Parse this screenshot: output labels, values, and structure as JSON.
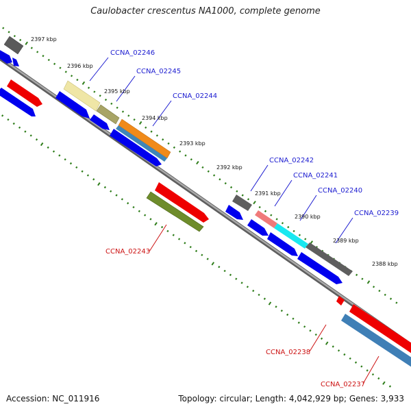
{
  "title": "Caulobacter crescentus NA1000, complete genome",
  "footer": {
    "accession": "Accession: NC_011916",
    "summary": "Topology: circular; Length: 4,042,929 bp; Genes: 3,933"
  },
  "colors": {
    "backbone": "#8a8a8a",
    "tick": "#2e7d1a",
    "cds_plus": "#0000ee",
    "cds_minus": "#ee0000",
    "label_plus": "#1a1ad0",
    "label_minus": "#cc1111"
  },
  "scale_labels": [
    "2397 kbp",
    "2396 kbp",
    "2395 kbp",
    "2394 kbp",
    "2393 kbp",
    "2392 kbp",
    "2391 kbp",
    "2390 kbp",
    "2389 kbp",
    "2388 kbp"
  ],
  "gene_labels": {
    "plus": [
      "CCNA_02246",
      "CCNA_02245",
      "CCNA_02244",
      "CCNA_02242",
      "CCNA_02241",
      "CCNA_02240",
      "CCNA_02239"
    ],
    "minus": [
      "CCNA_02243",
      "CCNA_02238",
      "CCNA_02237"
    ]
  }
}
